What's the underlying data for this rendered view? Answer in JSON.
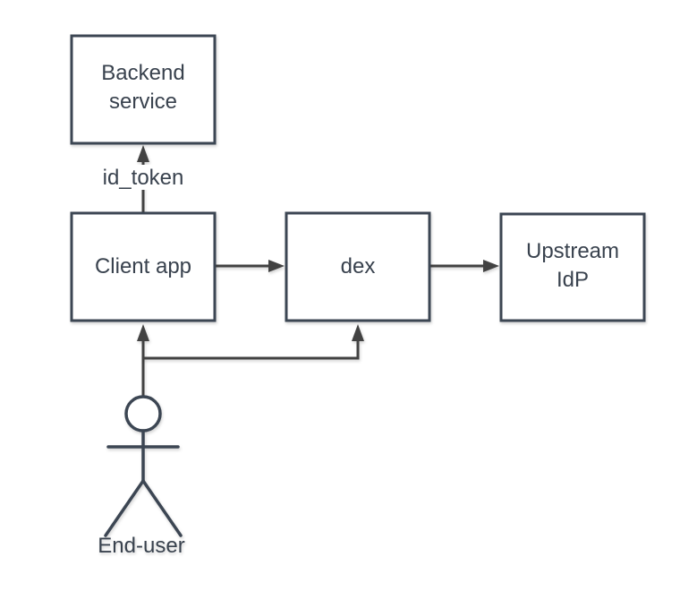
{
  "diagram": {
    "type": "flow-diagram",
    "colors": {
      "background": "#ffffff",
      "box_border": "#3c4653",
      "box_fill": "#ffffff",
      "arrow_color": "#424242",
      "text_color": "#39424e"
    },
    "nodes": {
      "backend_service": {
        "line1": "Backend",
        "line2": "service"
      },
      "client_app": {
        "label": "Client app"
      },
      "dex": {
        "label": "dex"
      },
      "upstream_idp": {
        "line1": "Upstream",
        "line2": "IdP"
      }
    },
    "edges": {
      "client_to_backend": {
        "label": "id_token"
      }
    },
    "actor": {
      "label": "End-user"
    }
  }
}
